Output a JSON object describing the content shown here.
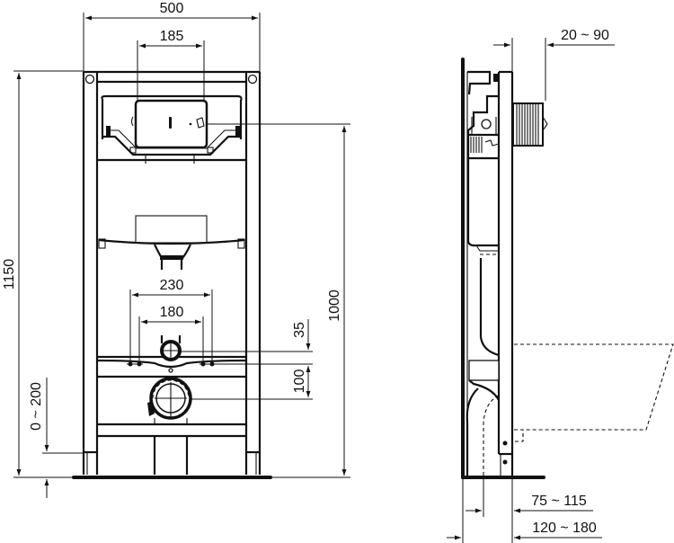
{
  "drawing": {
    "colors": {
      "line": "#111111",
      "background": "#ffffff"
    },
    "front_view": {
      "dimensions": {
        "frame_width": "500",
        "flush_plate_width": "185",
        "total_height": "1150",
        "cistern_height": "1000",
        "stud_spacing_outer": "230",
        "stud_spacing_inner": "180",
        "inlet_offset": "35",
        "waste_offset": "100",
        "foot_adjustment": "0 ~ 200"
      }
    },
    "side_view": {
      "dimensions": {
        "flush_plate_depth": "20 ~ 90",
        "frame_depth_inner": "75 ~ 115",
        "frame_depth_outer": "120 ~ 180"
      }
    }
  }
}
